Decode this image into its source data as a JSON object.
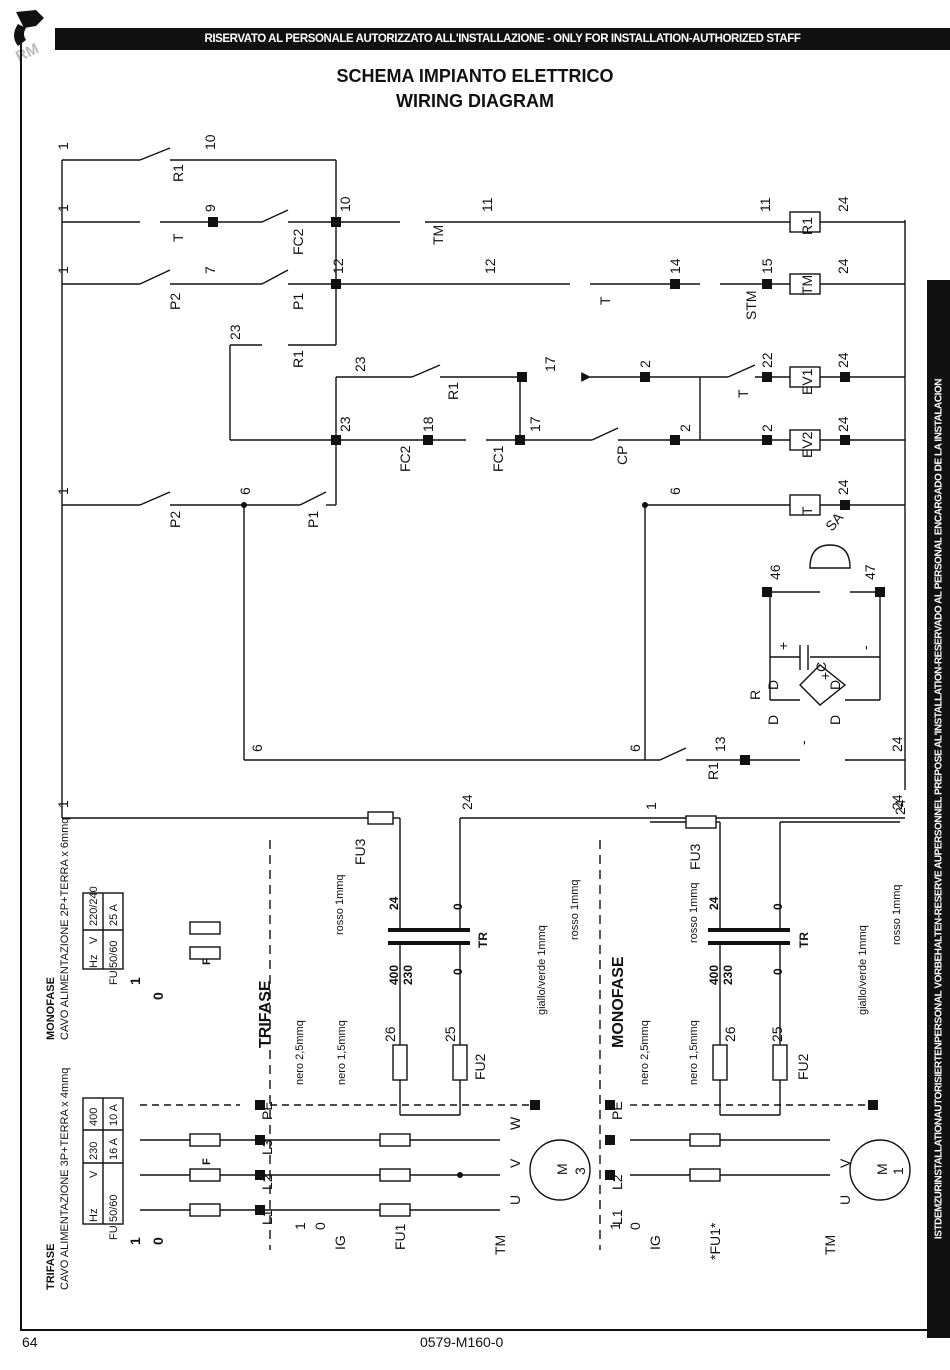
{
  "header": {
    "banner": "RISERVATO AL PERSONALE AUTORIZZATO ALL'INSTALLAZIONE - ONLY FOR INSTALLATION-AUTHORIZED STAFF",
    "side_banner": "ISTDEMZURINSTALLATIONAUTORISIERTENPERSONAL VORBEHALTEN-RESERVE AUPERSONNEL PREPOSE AL'INSTALLATION-RESERVADO AL PERSONAL ENCARGADO DE LA INSTALACION",
    "logo_text": "RM"
  },
  "title": {
    "line1": "SCHEMA IMPIANTO ELETTRICO",
    "line2": "WIRING DIAGRAM"
  },
  "footer": {
    "page": "64",
    "code": "0579-M160-0"
  },
  "wires": [
    "1",
    "10",
    "9",
    "11",
    "24",
    "7",
    "12",
    "14",
    "15",
    "23",
    "17",
    "2",
    "22",
    "18",
    "6",
    "46",
    "47",
    "13",
    "26",
    "25",
    "0",
    "400",
    "230"
  ],
  "components": {
    "R1": "R1",
    "T": "T",
    "FC2": "FC2",
    "FC1": "FC1",
    "TM": "TM",
    "P1": "P1",
    "P2": "P2",
    "STM": "STM",
    "EV1": "EV1",
    "EV2": "EV2",
    "CP": "CP",
    "SA": "SA",
    "C": "C",
    "R": "R",
    "D": "D",
    "FU1": "FU1",
    "FU1s": "*FU1*",
    "FU2": "FU2",
    "FU3": "FU3",
    "TR": "TR",
    "IG": "IG",
    "M": "M",
    "F": "F",
    "PE": "PE",
    "L1": "L1",
    "L2": "L2",
    "L3": "L3",
    "U": "U",
    "V": "V",
    "W": "W",
    "three_phase": "3",
    "one_phase": "1",
    "plus": "+",
    "minus": "-"
  },
  "sections": {
    "trifase": "TRIFASE",
    "monofase": "MONOFASE"
  },
  "cables": {
    "rosso": "rosso 1mmq",
    "giallo": "giallo/verde 1mmq",
    "nero25": "nero 2,5mmq",
    "nero15": "nero 1,5mmq"
  },
  "supply_tables": {
    "trifase": {
      "caption1": "TRIFASE",
      "caption2": "CAVO ALIMENTAZIONE 3P+TERRA x 4mmq",
      "hz": "Hz",
      "v": "V",
      "fu": "FU",
      "freq": "50/60",
      "volts": [
        "230",
        "400"
      ],
      "amps": [
        "16 A",
        "10 A"
      ]
    },
    "monofase": {
      "caption1": "MONOFASE",
      "caption2": "CAVO ALIMENTAZIONE 2P+TERRA x 6mmq",
      "hz": "Hz",
      "v": "V",
      "fu": "FU",
      "freq": "50/60",
      "volts": [
        "220/240"
      ],
      "amps": [
        "25 A"
      ]
    }
  },
  "supply_switch": {
    "zero": "0",
    "one": "1"
  }
}
